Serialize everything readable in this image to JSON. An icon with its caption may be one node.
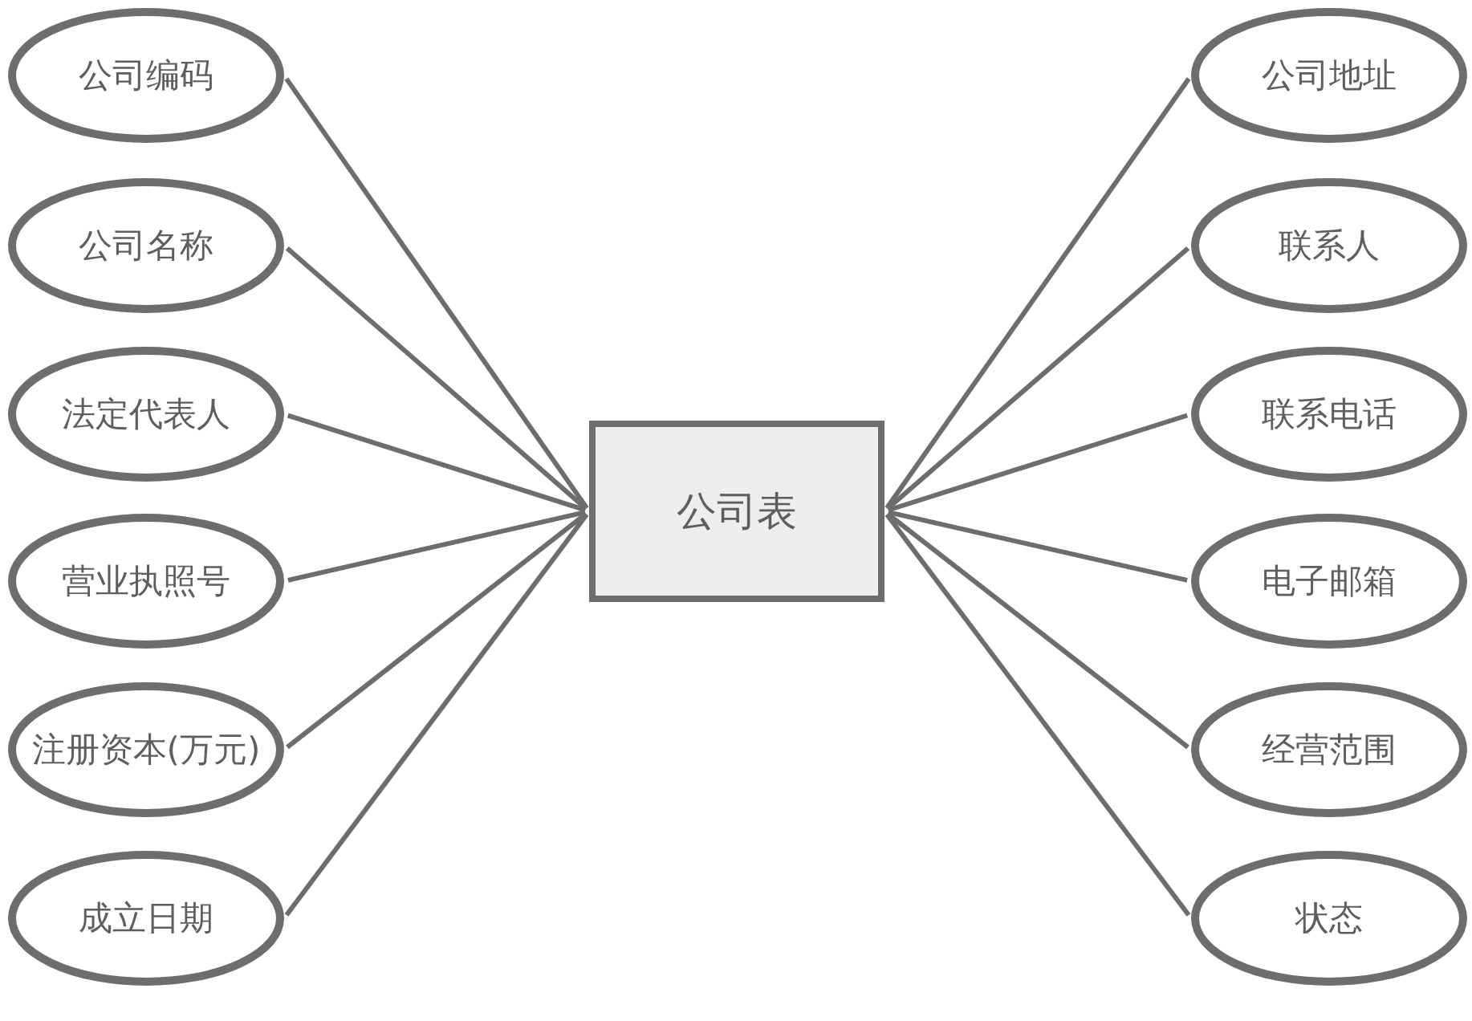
{
  "diagram": {
    "nodes": [
      {
        "text": [
          "公司表"
        ]
      },
      {
        "text": [
          "公司编码"
        ]
      },
      {
        "text": [
          "公司名称"
        ]
      },
      {
        "text": [
          "法定代表人"
        ]
      },
      {
        "text": [
          "营业执照号"
        ]
      },
      {
        "text": [
          "注册资本(万元)"
        ]
      },
      {
        "text": [
          "成立日期"
        ]
      },
      {
        "text": [
          "公司地址"
        ]
      },
      {
        "text": [
          "联系人"
        ]
      },
      {
        "text": [
          "联系电话"
        ]
      },
      {
        "text": [
          "电子邮箱"
        ]
      },
      {
        "text": [
          "经营范围"
        ]
      },
      {
        "text": [
          "状态"
        ]
      }
    ],
    "edges": [
      {
        "from": 1,
        "to": 0,
        "arrow": "none"
      },
      {
        "from": 2,
        "to": 0,
        "arrow": "none"
      },
      {
        "from": 3,
        "to": 0,
        "arrow": "none"
      },
      {
        "from": 4,
        "to": 0,
        "arrow": "none"
      },
      {
        "from": 5,
        "to": 0,
        "arrow": "none"
      },
      {
        "from": 6,
        "to": 0,
        "arrow": "none"
      },
      {
        "from": 0,
        "to": 7,
        "arrow": "none"
      },
      {
        "from": 0,
        "to": 8,
        "arrow": "none"
      },
      {
        "from": 0,
        "to": 9,
        "arrow": "none"
      },
      {
        "from": 0,
        "to": 10,
        "arrow": "none"
      },
      {
        "from": 0,
        "to": 11,
        "arrow": "none"
      },
      {
        "from": 0,
        "to": 12,
        "arrow": "none"
      }
    ]
  }
}
